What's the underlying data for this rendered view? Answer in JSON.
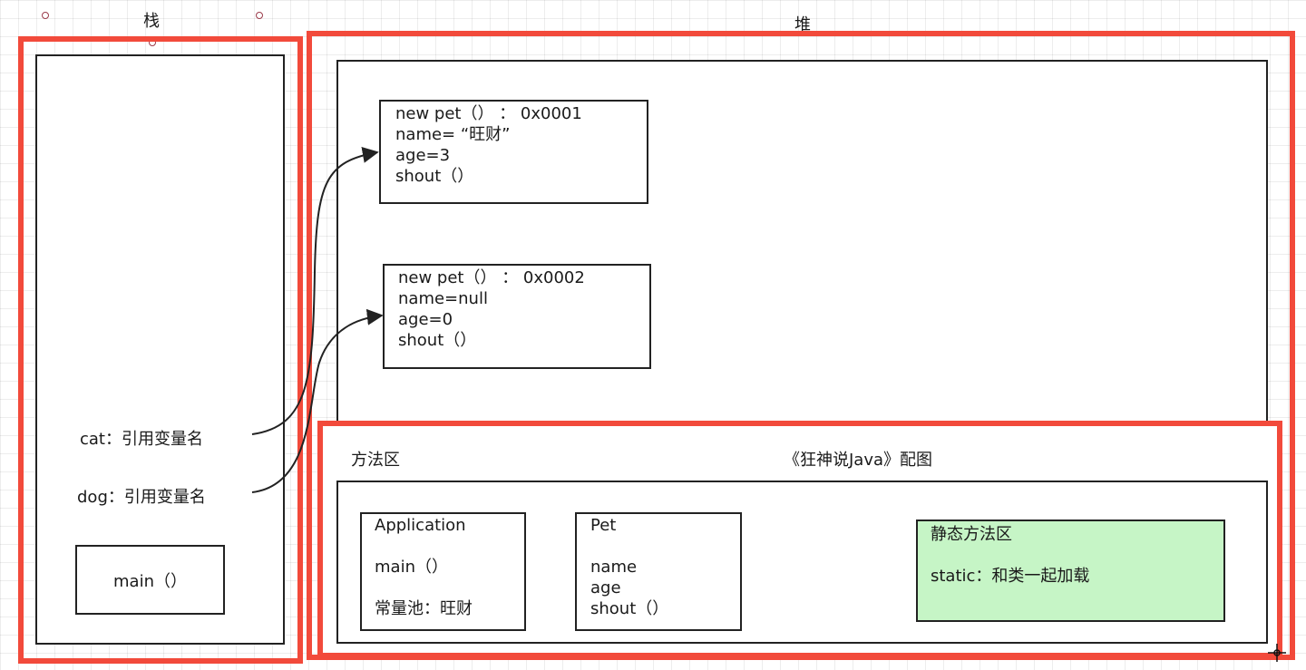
{
  "stack": {
    "title": "栈",
    "vars": [
      {
        "text": "cat：引用变量名"
      },
      {
        "text": "dog：引用变量名"
      }
    ],
    "main": "main（）"
  },
  "heap": {
    "title": "堆",
    "objects": [
      {
        "lines": [
          "new pet（）  ：  0x0001",
          "name= “旺财”",
          "age=3",
          "shout（）"
        ]
      },
      {
        "lines": [
          "new pet（）  ：  0x0002",
          "name=null",
          "age=0",
          "shout（）"
        ]
      }
    ]
  },
  "method_area": {
    "title": "方法区",
    "caption": "《狂神说Java》配图",
    "classes": [
      {
        "lines": [
          "Application",
          "",
          "main（）",
          "",
          "常量池：旺财"
        ]
      },
      {
        "lines": [
          "Pet",
          "",
          "name",
          "age",
          "shout（）"
        ]
      }
    ],
    "static_area": {
      "title": "静态方法区",
      "text": "static：和类一起加载",
      "color": "#c6f5c6"
    }
  },
  "colors": {
    "highlight": "#f24a3b"
  }
}
